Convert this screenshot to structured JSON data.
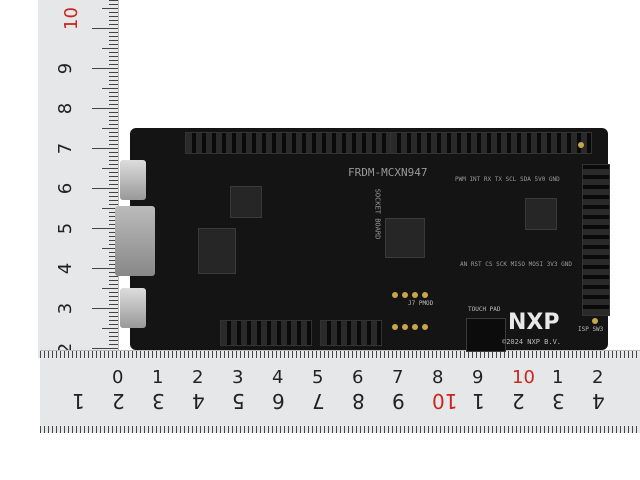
{
  "vertical_ruler": {
    "labels": [
      "10",
      "9",
      "8",
      "7",
      "6",
      "5",
      "4",
      "3",
      "2"
    ]
  },
  "horizontal_ruler": {
    "top_labels": [
      "0",
      "1",
      "2",
      "3",
      "4",
      "5",
      "6",
      "7",
      "8",
      "9",
      "10",
      "1",
      "2"
    ],
    "bottom_labels": [
      "1",
      "2",
      "3",
      "4",
      "5",
      "6",
      "7",
      "8",
      "9",
      "10",
      "1",
      "2",
      "3",
      "4"
    ]
  },
  "board": {
    "name": "FRDM-MCXN947",
    "logo": "NXP",
    "copyright": "©2024 NXP B.V.",
    "labels": {
      "pmod": "J7 PMOD",
      "touch": "TOUCH PAD",
      "socket": "SOCKET BOARD",
      "pins": "PWM INT RX TX SCL SDA 5V0 GND",
      "pins2": "AN RST CS SCK MISO MOSI 3V3 GND",
      "isp": "ISP SW3"
    }
  },
  "colors": {
    "board": "#141414",
    "ruler": "#e6e7e8",
    "ruler_red": "#c8261e"
  }
}
